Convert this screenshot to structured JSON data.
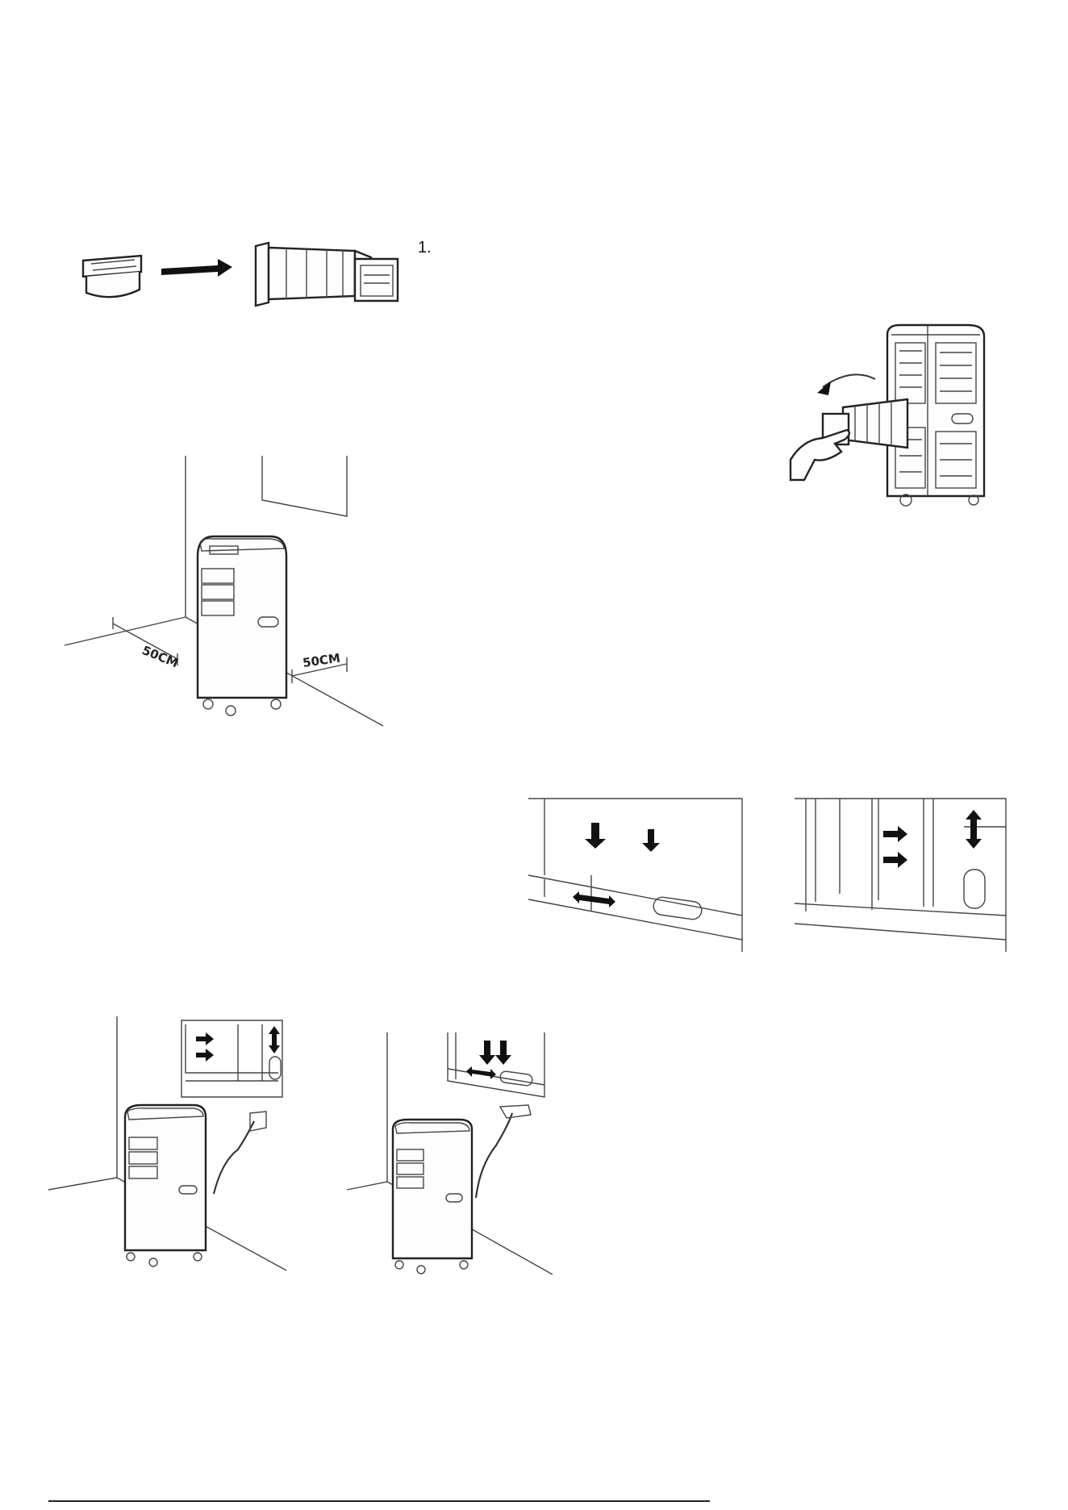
{
  "page": {
    "step_number": "1.",
    "labels": {
      "clearance_left": "50CM",
      "clearance_right": "50CM"
    }
  },
  "figures": [
    {
      "name": "hose-adapter-assembly-figure",
      "icon": "adapter-to-hose-icon"
    },
    {
      "name": "hose-connection-figure",
      "icon": "hand-attaching-hose-icon"
    },
    {
      "name": "clearance-placement-figure",
      "icon": "unit-clearance-icon"
    },
    {
      "name": "vertical-window-kit-figure",
      "icon": "vertical-slider-window-icon"
    },
    {
      "name": "horizontal-window-kit-figure",
      "icon": "horizontal-slider-window-icon"
    },
    {
      "name": "installed-horizontal-window-figure",
      "icon": "unit-with-hose-horizontal-icon"
    },
    {
      "name": "installed-vertical-window-figure",
      "icon": "unit-with-hose-vertical-icon"
    }
  ]
}
